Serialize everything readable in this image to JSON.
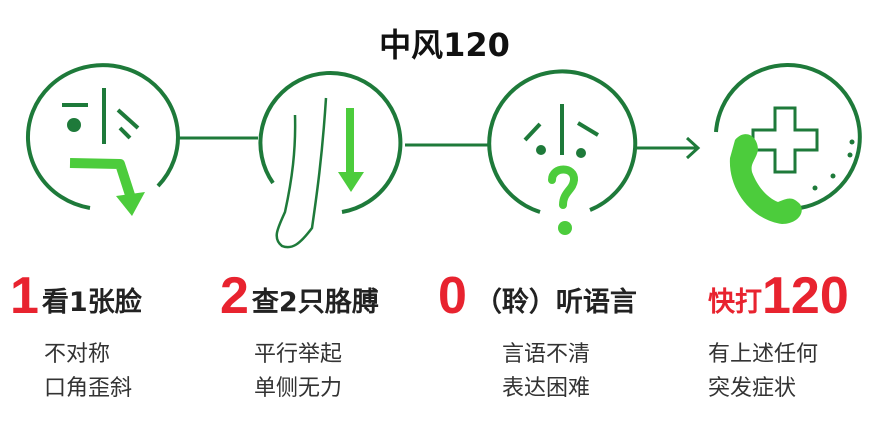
{
  "title": "中风120",
  "colors": {
    "dark_green": "#1e7a3a",
    "light_green": "#4ccc3c",
    "red": "#e8232f",
    "text": "#222222"
  },
  "steps": [
    {
      "number": "1",
      "label": "看1张脸",
      "lines": [
        "不对称",
        "口角歪斜"
      ],
      "icon": "asymmetric-face-icon"
    },
    {
      "number": "2",
      "label": "查2只胳膊",
      "lines": [
        "平行举起",
        "单侧无力"
      ],
      "icon": "arm-drop-icon"
    },
    {
      "number": "0",
      "label": "（聆）听语言",
      "lines": [
        "言语不清",
        "表达困难"
      ],
      "icon": "confused-face-question-icon"
    },
    {
      "prefix": "快打",
      "number": "120",
      "lines": [
        "有上述任何",
        "突发症状"
      ],
      "icon": "phone-medical-cross-icon"
    }
  ]
}
